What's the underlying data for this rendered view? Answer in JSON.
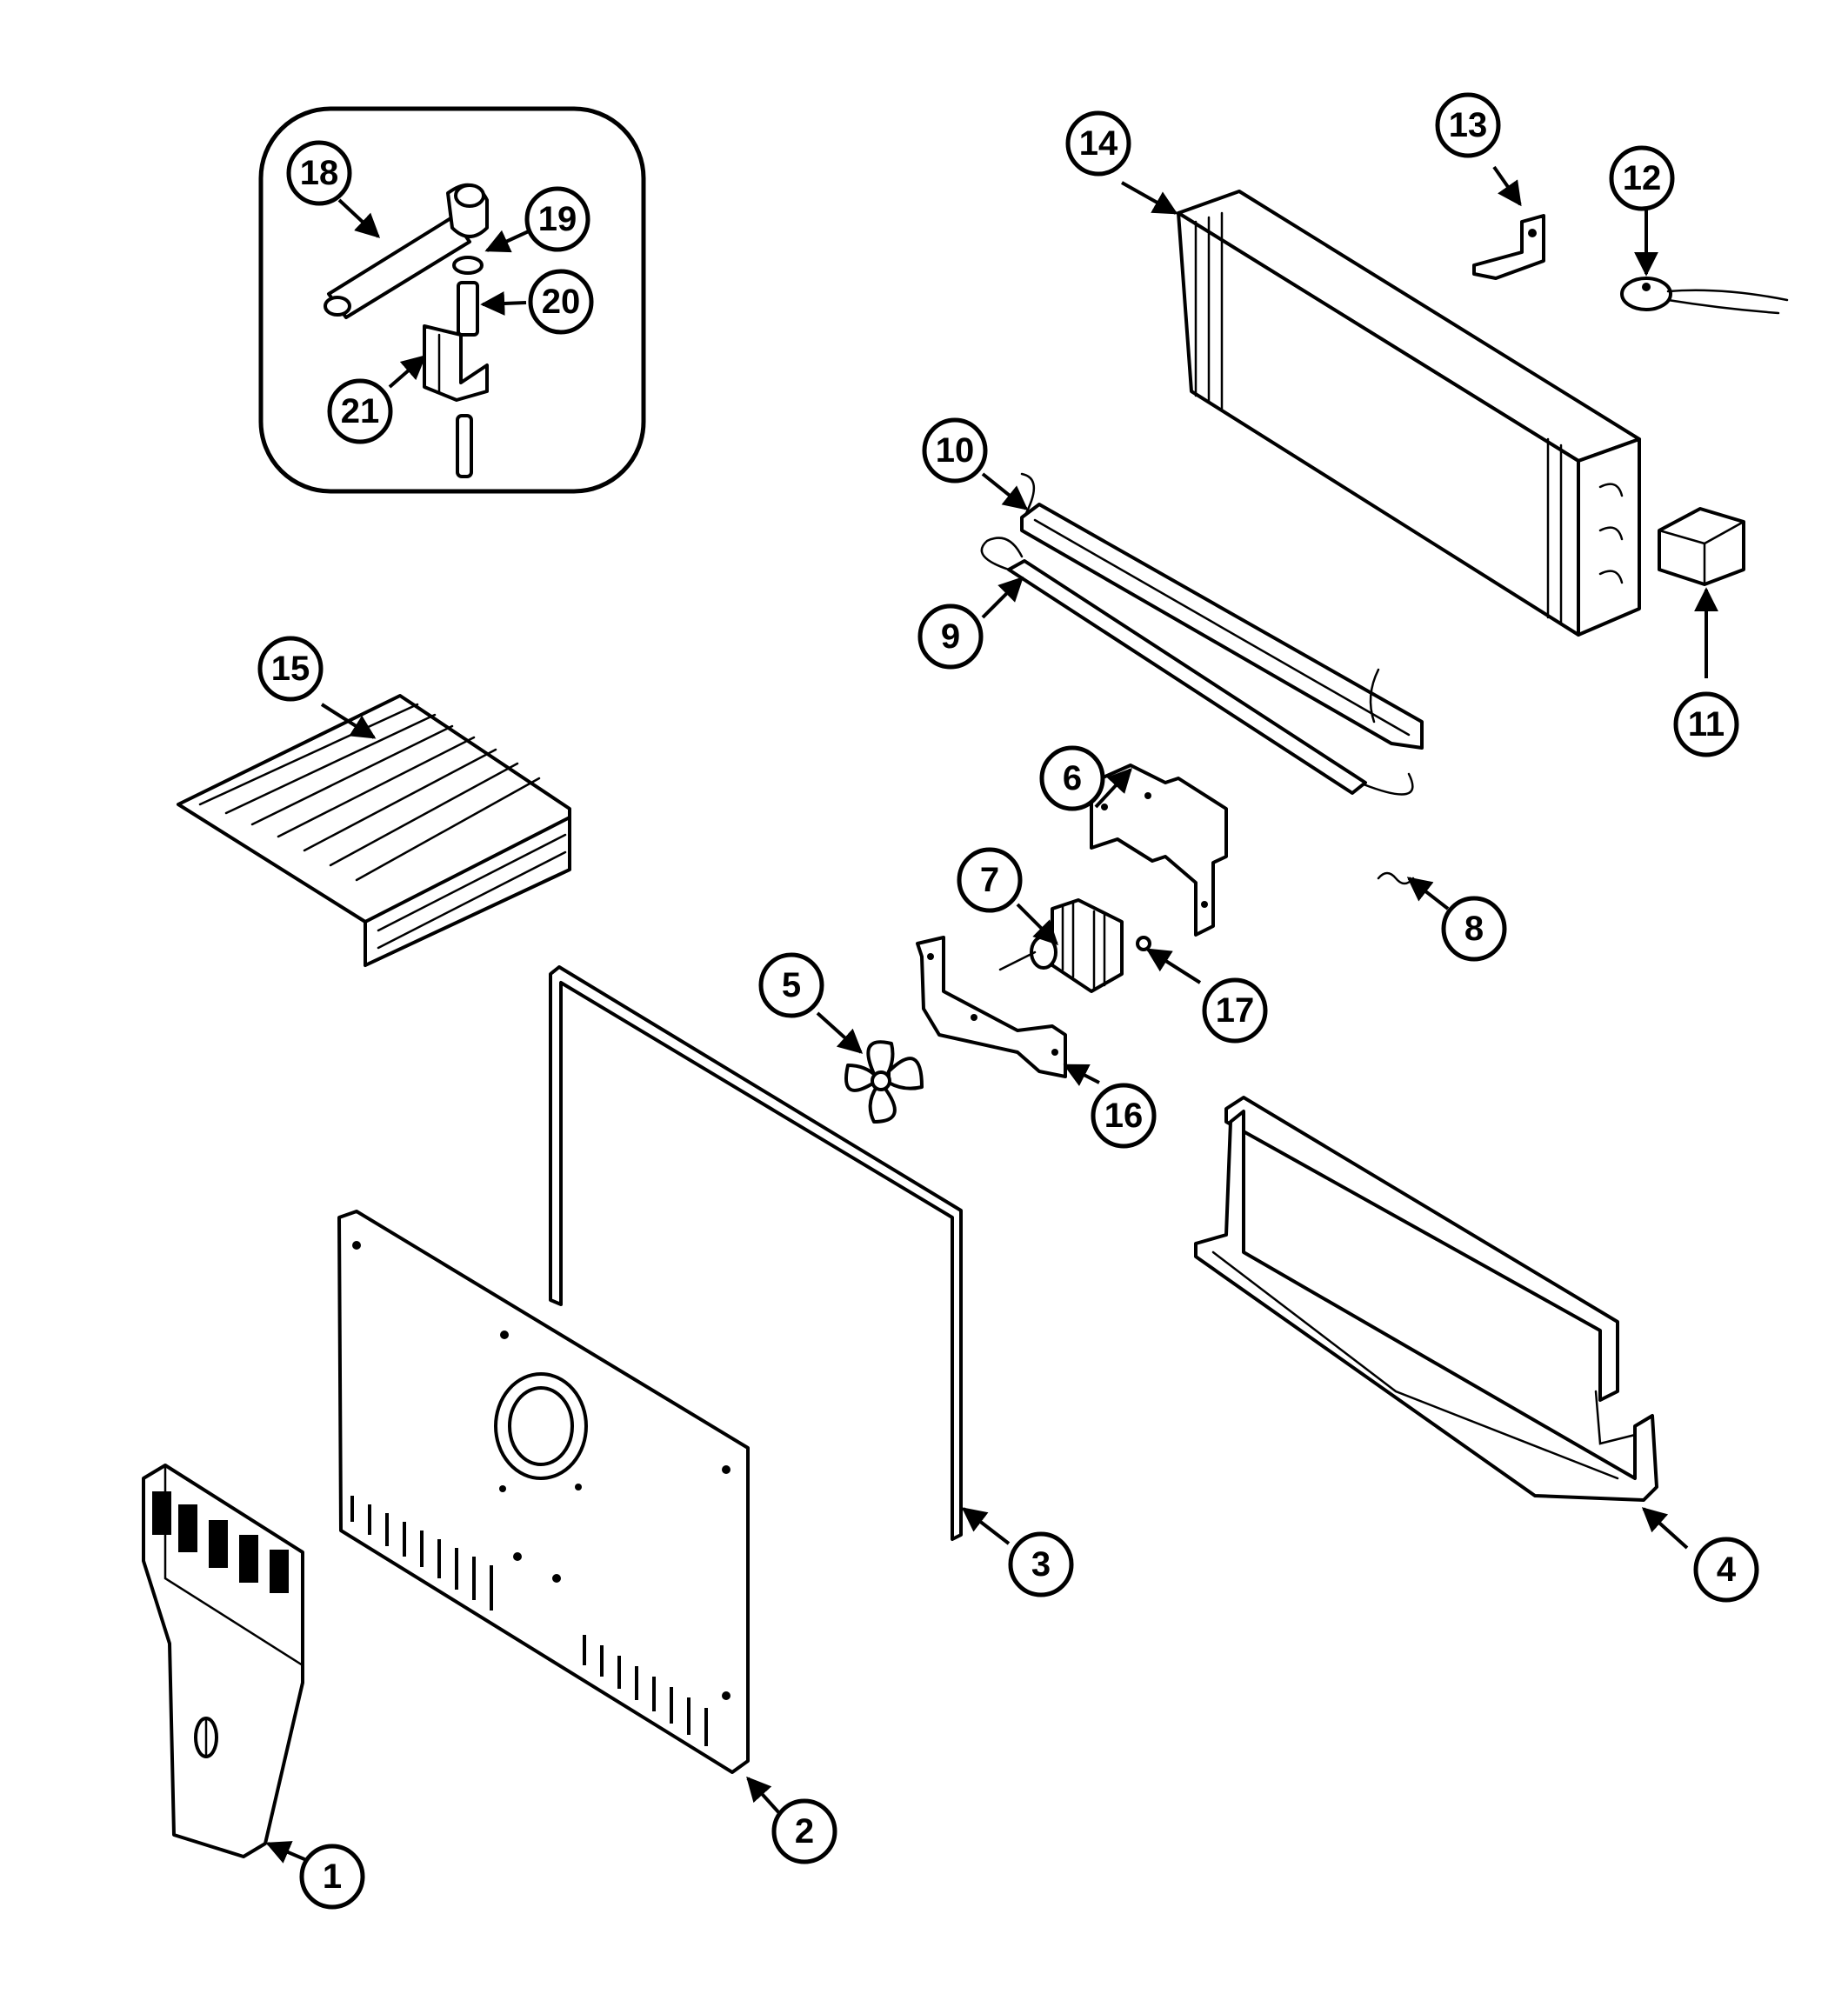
{
  "colors": {
    "line": "#000000",
    "background": "#ffffff"
  },
  "callouts": [
    {
      "label": "1"
    },
    {
      "label": "2"
    },
    {
      "label": "3"
    },
    {
      "label": "4"
    },
    {
      "label": "5"
    },
    {
      "label": "6"
    },
    {
      "label": "7"
    },
    {
      "label": "8"
    },
    {
      "label": "9"
    },
    {
      "label": "10"
    },
    {
      "label": "11"
    },
    {
      "label": "12"
    },
    {
      "label": "13"
    },
    {
      "label": "14"
    },
    {
      "label": "15"
    },
    {
      "label": "16"
    },
    {
      "label": "17"
    },
    {
      "label": "18"
    },
    {
      "label": "19"
    },
    {
      "label": "20"
    },
    {
      "label": "21"
    }
  ]
}
